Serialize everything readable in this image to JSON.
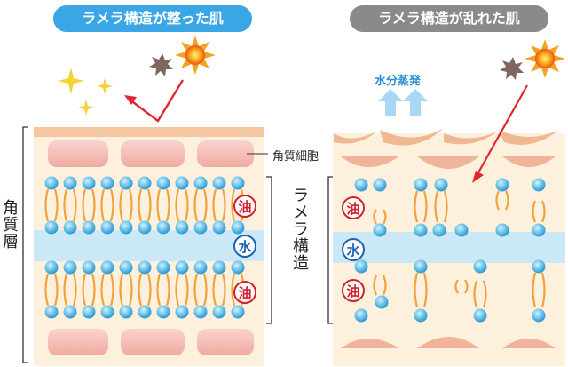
{
  "header_left": "ラメラ構造が整った肌",
  "header_right": "ラメラ構造が乱れた肌",
  "label_keratinocyte": "角質細胞",
  "label_stratum": "角質層",
  "label_lamellar": "ラメラ構造",
  "label_evaporation": "水分蒸発",
  "label_oil": "油",
  "label_water": "水",
  "colors": {
    "skin": "#fdf1de",
    "top_strip": "#f4c7a0",
    "corneocyte_good": "#f6c2bc",
    "corneocyte_bad": "#f0b49a",
    "water_band": "#cbe8f7",
    "lipid_head": "#5bbbe8",
    "lipid_tail": "#f2a23b",
    "arrow_red": "#e3262e",
    "arrow_blue": "#a8d8f3"
  }
}
